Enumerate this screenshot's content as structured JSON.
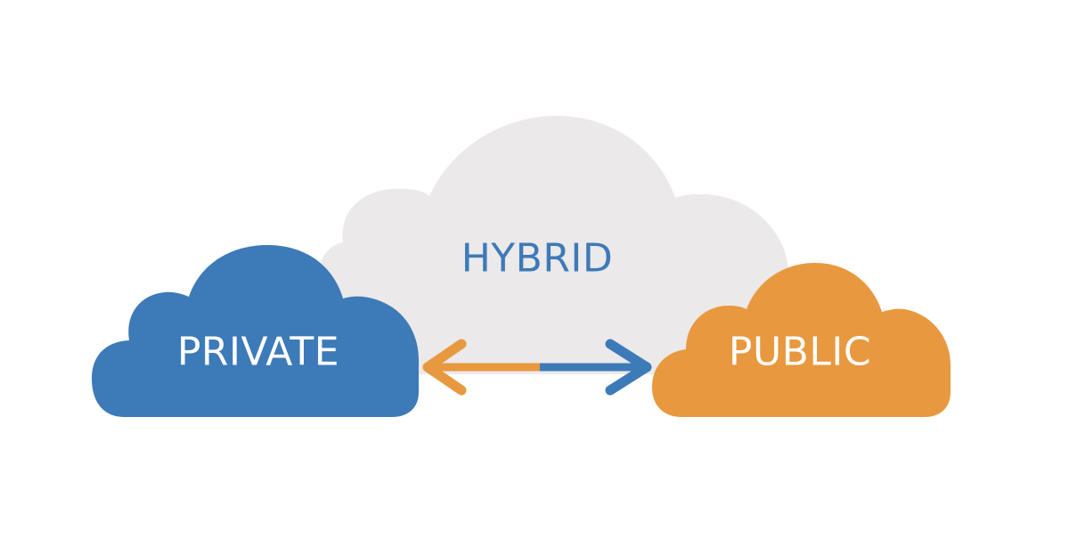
{
  "diagram": {
    "title": "Hybrid cloud diagram",
    "nodes": [
      {
        "id": "hybrid",
        "label": "HYBRID",
        "color": "#ebe9ea",
        "text_color": "#3d7ab8"
      },
      {
        "id": "private",
        "label": "PRIVATE",
        "color": "#3d7ab8",
        "text_color": "#ffffff"
      },
      {
        "id": "public",
        "label": "PUBLIC",
        "color": "#e8983e",
        "text_color": "#ffffff"
      }
    ],
    "edges": [
      {
        "from": "private",
        "to": "public",
        "type": "bidirectional-arrow",
        "left_color": "#e8983e",
        "right_color": "#3d7ab8"
      }
    ]
  }
}
